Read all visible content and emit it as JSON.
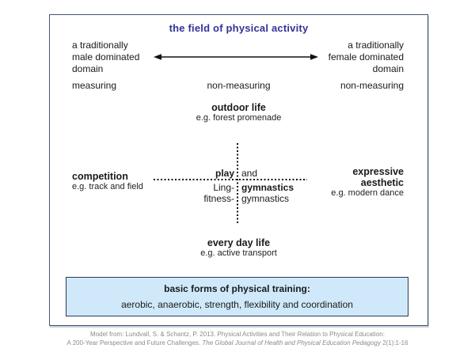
{
  "title": "the field of physical activity",
  "gender_axis": {
    "left": "a traditionally\nmale dominated\ndomain",
    "right": "a traditionally\nfemale dominated\ndomain"
  },
  "measuring_row": {
    "left": "measuring",
    "center": "non-measuring",
    "right": "non-measuring"
  },
  "quadrants": {
    "top": {
      "label": "outdoor life",
      "example": "e.g. forest promenade"
    },
    "left": {
      "label": "competition",
      "example": "e.g. track and field"
    },
    "right": {
      "label": "expressive\naesthetic",
      "example": "e.g. modern dance"
    },
    "bottom": {
      "label": "every day life",
      "example": "e.g. active transport"
    }
  },
  "center_cross": {
    "row1_left": "play",
    "row1_right": "and",
    "row2_left": "Ling-",
    "row2_right": "gymnastics",
    "row3_left": "fitness-",
    "row3_right": "gymnastics"
  },
  "training_box": {
    "heading": "basic forms of physical training:",
    "items": "aerobic, anaerobic, strength, flexibility and coordination"
  },
  "citation": {
    "line1": "Model from: Lundvall, S. & Schantz, P. 2013. Physical Activities and Their Relation to Physical Education:",
    "line2_prefix": "A 200-Year Perspective and Future Challenges. ",
    "line2_italic": "The Global Journal of Health and Physical Education Pedagogy",
    "line2_suffix": " 2(1):1-16"
  },
  "colors": {
    "title_color": "#333399",
    "frame_border": "#44546a",
    "box_border": "#2b3a55",
    "box_fill": "#cfe9fa",
    "citation_color": "#8c8c8c"
  }
}
